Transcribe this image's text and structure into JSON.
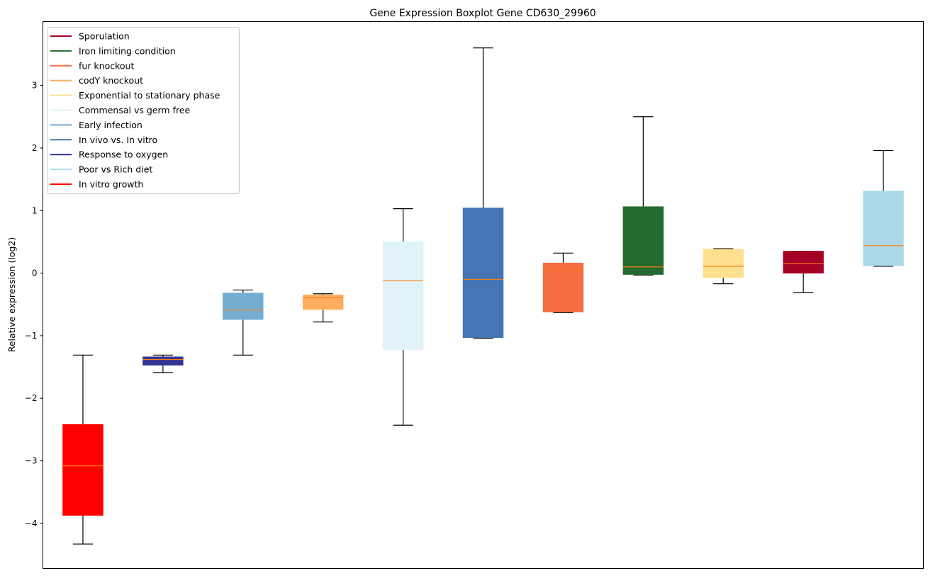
{
  "chart_data": {
    "type": "boxplot",
    "title": "Gene Expression Boxplot Gene CD630_29960",
    "xlabel": "",
    "ylabel": "Relative expression (log2)",
    "ylim": [
      -4.72,
      4.02
    ],
    "yticks": [
      -4,
      -3,
      -2,
      -1,
      0,
      1,
      2,
      3
    ],
    "grid": false,
    "legend_position": "top-left",
    "legend": [
      {
        "name": "Sporulation",
        "color": "#a50026"
      },
      {
        "name": "Iron limiting condition",
        "color": "#236b2e"
      },
      {
        "name": "fur knockout",
        "color": "#f46d43"
      },
      {
        "name": "codY knockout",
        "color": "#fdae61"
      },
      {
        "name": "Exponential to stationary phase",
        "color": "#fee090"
      },
      {
        "name": "Commensal vs germ free",
        "color": "#e0f3f8"
      },
      {
        "name": "Early infection",
        "color": "#74add1"
      },
      {
        "name": "In vivo vs. In vitro",
        "color": "#4575b4"
      },
      {
        "name": "Response to oxygen",
        "color": "#313695"
      },
      {
        "name": "Poor vs Rich diet",
        "color": "#abd9e9"
      },
      {
        "name": "In vitro growth",
        "color": "#ff0000"
      }
    ],
    "median_color": "#ff7f0e",
    "boxes": [
      {
        "group": "In vitro growth",
        "color": "#ff0000",
        "whislo": -4.33,
        "q1": -3.87,
        "med": -3.08,
        "q3": -2.42,
        "whishi": -1.31
      },
      {
        "group": "Response to oxygen",
        "color": "#313695",
        "whislo": -1.59,
        "q1": -1.47,
        "med": -1.38,
        "q3": -1.34,
        "whishi": -1.31
      },
      {
        "group": "Early infection",
        "color": "#74add1",
        "whislo": -1.31,
        "q1": -0.74,
        "med": -0.59,
        "q3": -0.32,
        "whishi": -0.27
      },
      {
        "group": "codY knockout",
        "color": "#fdae61",
        "whislo": -0.78,
        "q1": -0.58,
        "med": -0.39,
        "q3": -0.35,
        "whishi": -0.33
      },
      {
        "group": "Commensal vs germ free",
        "color": "#e0f3f8",
        "whislo": -2.43,
        "q1": -1.22,
        "med": -0.12,
        "q3": 0.5,
        "whishi": 1.03
      },
      {
        "group": "In vivo vs. In vitro",
        "color": "#4575b4",
        "whislo": -1.04,
        "q1": -1.03,
        "med": -0.1,
        "q3": 1.04,
        "whishi": 3.6
      },
      {
        "group": "fur knockout",
        "color": "#f46d43",
        "whislo": -0.63,
        "q1": -0.62,
        "med": 0.05,
        "q3": 0.16,
        "whishi": 0.32
      },
      {
        "group": "Iron limiting condition",
        "color": "#236b2e",
        "whislo": -0.03,
        "q1": -0.02,
        "med": 0.1,
        "q3": 1.06,
        "whishi": 2.5
      },
      {
        "group": "Exponential to stationary phase",
        "color": "#fee090",
        "whislo": -0.17,
        "q1": -0.07,
        "med": 0.11,
        "q3": 0.38,
        "whishi": 0.39
      },
      {
        "group": "Sporulation",
        "color": "#a50026",
        "whislo": -0.31,
        "q1": 0.0,
        "med": 0.15,
        "q3": 0.35,
        "whishi": 0.35
      },
      {
        "group": "Poor vs Rich diet",
        "color": "#abd9e9",
        "whislo": 0.11,
        "q1": 0.12,
        "med": 0.44,
        "q3": 1.31,
        "whishi": 1.96
      }
    ]
  }
}
